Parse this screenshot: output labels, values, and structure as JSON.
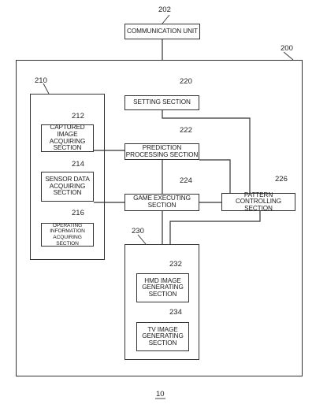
{
  "diagram": {
    "communication_unit": {
      "label": "COMMUNICATION UNIT",
      "ref": "202"
    },
    "main_unit": {
      "ref": "200"
    },
    "acquiring_group": {
      "ref": "210"
    },
    "captured_image": {
      "label": "CAPTURED IMAGE\nACQUIRING SECTION",
      "ref": "212"
    },
    "sensor_data": {
      "label": "SENSOR DATA\nACQUIRING SECTION",
      "ref": "214"
    },
    "operating_info": {
      "label": "OPERATING INFORMATION\nACQUIRING SECTION",
      "ref": "216"
    },
    "setting": {
      "label": "SETTING SECTION",
      "ref": "220"
    },
    "prediction": {
      "label": "PREDICTION\nPROCESSING SECTION",
      "ref": "222"
    },
    "game": {
      "label": "GAME EXECUTING SECTION",
      "ref": "224"
    },
    "pattern": {
      "label": "PATTERN CONTROLLING\nSECTION",
      "ref": "226"
    },
    "image_group": {
      "ref": "230"
    },
    "hmd": {
      "label": "HMD IMAGE\nGENERATING\nSECTION",
      "ref": "232"
    },
    "tv": {
      "label": "TV IMAGE\nGENERATING\nSECTION",
      "ref": "234"
    },
    "figure_ref": "10"
  }
}
